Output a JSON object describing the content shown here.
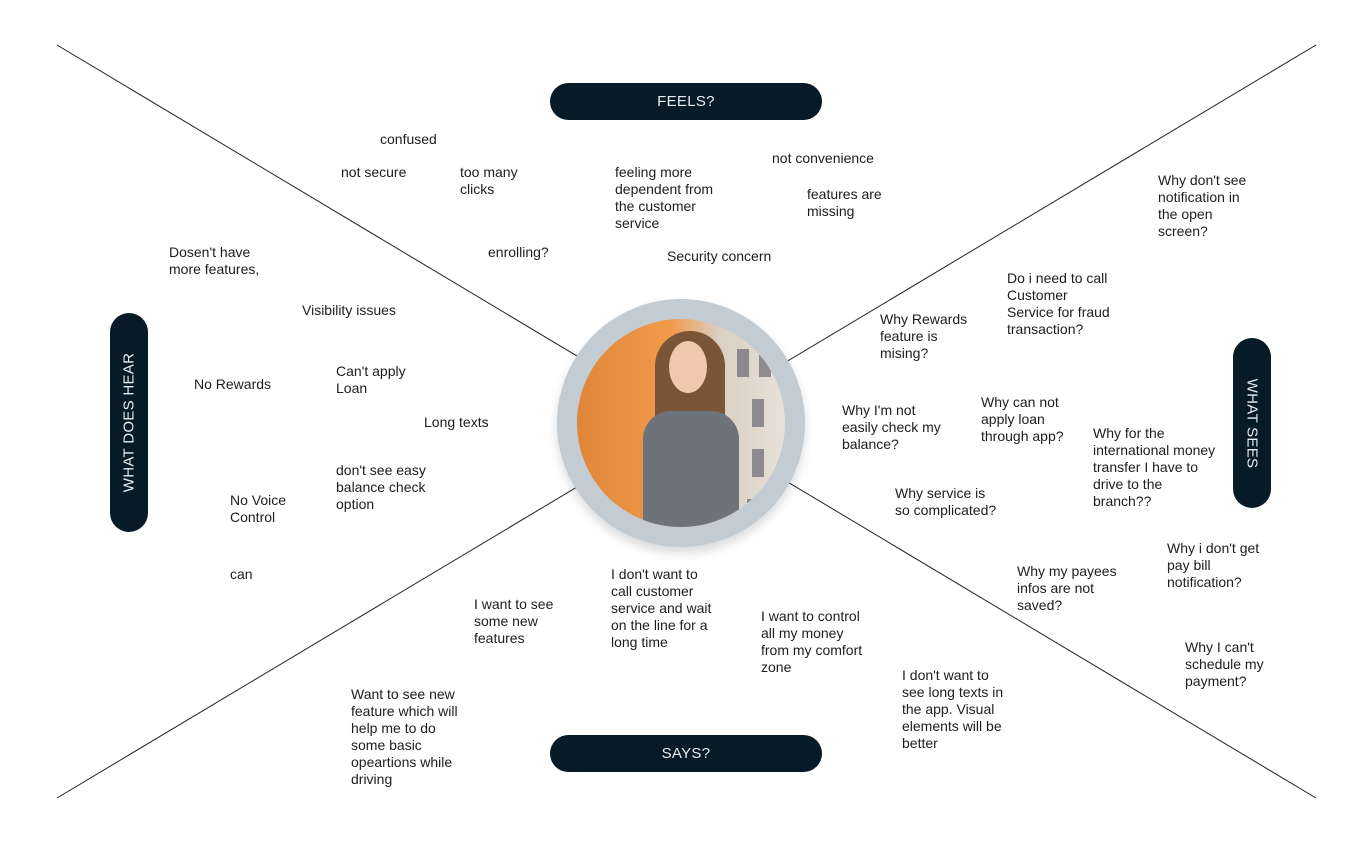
{
  "sections": {
    "feels": "FEELS?",
    "says": "SAYS?",
    "hears": "WHAT DOES HEAR",
    "sees": "WHAT SEES"
  },
  "feels_notes": [
    "confused",
    "not secure",
    "too many\nclicks",
    "feeling more\ndependent from\nthe customer\nservice",
    "not convenience",
    "features are\nmissing",
    "enrolling?",
    "Security concern"
  ],
  "hears_notes": [
    "Dosen't have\nmore features,",
    "Visibility issues",
    "No Rewards",
    "Can't apply\nLoan",
    "Long texts",
    "No Voice\nControl",
    "don't see easy\nbalance check\noption",
    "can"
  ],
  "sees_notes": [
    "Why don't see\nnotification in\nthe open\nscreen?",
    "Do i need to call\nCustomer\nService for fraud\ntransaction?",
    "Why Rewards\nfeature is\nmising?",
    "Why I'm not\neasily check my\nbalance?",
    "Why can not\napply loan\nthrough app?",
    "Why for the\ninternational money\ntransfer I have to\ndrive to the\nbranch??",
    "Why service is\nso complicated?",
    "Why my payees\ninfos are not\nsaved?",
    "Why i don't get\npay bill\nnotification?",
    "Why I can't\nschedule my\npayment?"
  ],
  "says_notes": [
    "I don't want to\ncall customer\nservice and wait\non the line for a\nlong time",
    "I want to see\nsome new\nfeatures",
    "I want to control\nall my money\nfrom my comfort\nzone",
    "Want to see new\nfeature which will\nhelp me to do\nsome basic\nopeartions while\ndriving",
    "I don't want to\nsee long texts in\nthe app. Visual\nelements will be\nbetter"
  ],
  "colors": {
    "pill": "#061a28",
    "ring": "#c3ccd3"
  }
}
